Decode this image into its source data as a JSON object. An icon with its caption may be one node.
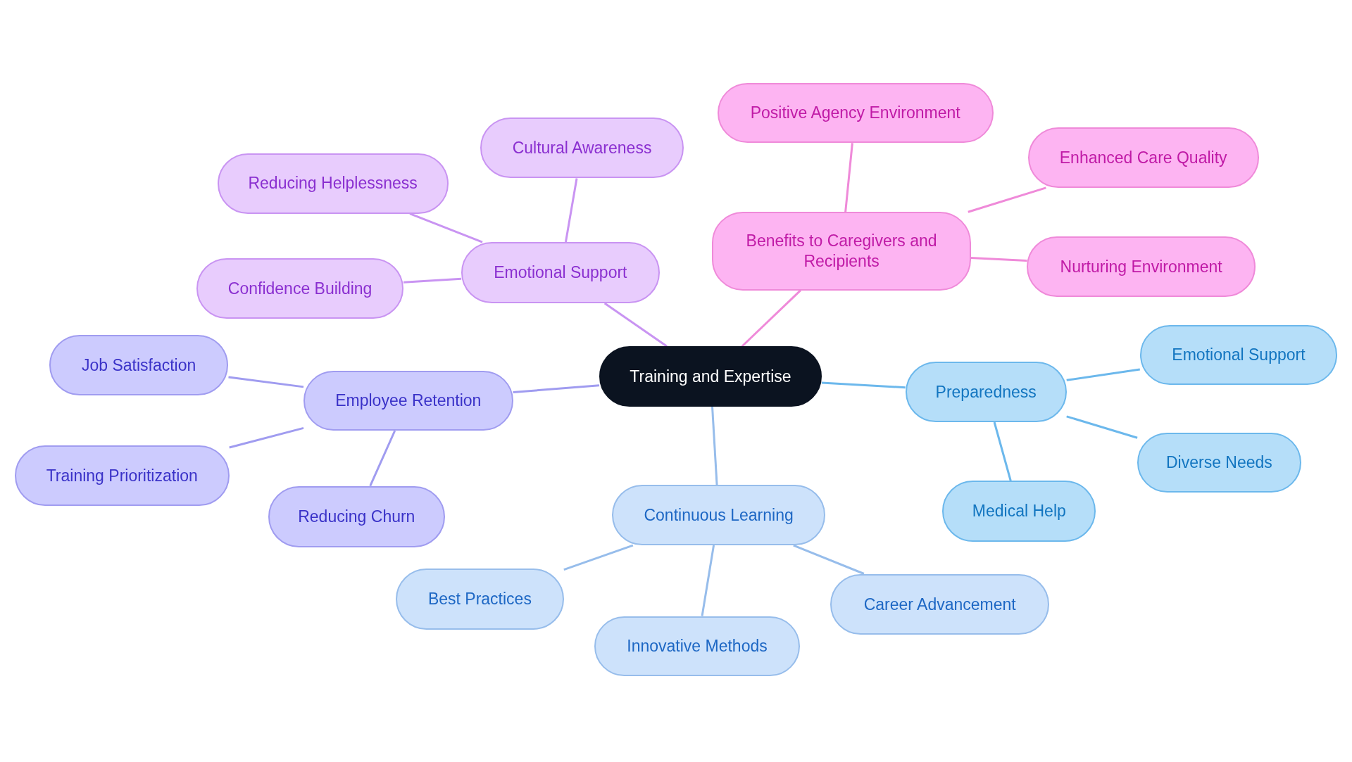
{
  "diagram": {
    "nodes": [
      {
        "text": [
          "Training and Expertise"
        ]
      },
      {
        "text": [
          "Emotional Support"
        ]
      },
      {
        "text": [
          "Cultural Awareness"
        ]
      },
      {
        "text": [
          "Reducing Helplessness"
        ]
      },
      {
        "text": [
          "Confidence Building"
        ]
      },
      {
        "text": [
          "Benefits to Caregivers and Recipients"
        ]
      },
      {
        "text": [
          "Positive Agency Environment"
        ]
      },
      {
        "text": [
          "Enhanced Care Quality"
        ]
      },
      {
        "text": [
          "Nurturing Environment"
        ]
      },
      {
        "text": [
          "Employee Retention"
        ]
      },
      {
        "text": [
          "Job Satisfaction"
        ]
      },
      {
        "text": [
          "Training Prioritization"
        ]
      },
      {
        "text": [
          "Reducing Churn"
        ]
      },
      {
        "text": [
          "Preparedness"
        ]
      },
      {
        "text": [
          "Emotional Support"
        ]
      },
      {
        "text": [
          "Diverse Needs"
        ]
      },
      {
        "text": [
          "Medical Help"
        ]
      },
      {
        "text": [
          "Continuous Learning"
        ]
      },
      {
        "text": [
          "Best Practices"
        ]
      },
      {
        "text": [
          "Innovative Methods"
        ]
      },
      {
        "text": [
          "Career Advancement"
        ]
      }
    ],
    "edges": [
      {
        "from": 0,
        "to": 1,
        "arrow": "none",
        "color": "#c994f2"
      },
      {
        "from": 1,
        "to": 2,
        "arrow": "none",
        "color": "#c994f2"
      },
      {
        "from": 1,
        "to": 3,
        "arrow": "none",
        "color": "#c994f2"
      },
      {
        "from": 1,
        "to": 4,
        "arrow": "none",
        "color": "#c994f2"
      },
      {
        "from": 0,
        "to": 5,
        "arrow": "none",
        "color": "#ef8ad9"
      },
      {
        "from": 5,
        "to": 6,
        "arrow": "none",
        "color": "#ef8ad9"
      },
      {
        "from": 5,
        "to": 7,
        "arrow": "none",
        "color": "#ef8ad9"
      },
      {
        "from": 5,
        "to": 8,
        "arrow": "none",
        "color": "#ef8ad9"
      },
      {
        "from": 0,
        "to": 9,
        "arrow": "none",
        "color": "#a09cf0"
      },
      {
        "from": 9,
        "to": 10,
        "arrow": "none",
        "color": "#a09cf0"
      },
      {
        "from": 9,
        "to": 11,
        "arrow": "none",
        "color": "#a09cf0"
      },
      {
        "from": 9,
        "to": 12,
        "arrow": "none",
        "color": "#a09cf0"
      },
      {
        "from": 0,
        "to": 13,
        "arrow": "none",
        "color": "#6cb8ec"
      },
      {
        "from": 13,
        "to": 14,
        "arrow": "none",
        "color": "#6cb8ec"
      },
      {
        "from": 13,
        "to": 15,
        "arrow": "none",
        "color": "#6cb8ec"
      },
      {
        "from": 13,
        "to": 16,
        "arrow": "none",
        "color": "#6cb8ec"
      },
      {
        "from": 0,
        "to": 17,
        "arrow": "none",
        "color": "#97bdeb"
      },
      {
        "from": 17,
        "to": 18,
        "arrow": "none",
        "color": "#97bdeb"
      },
      {
        "from": 17,
        "to": 19,
        "arrow": "none",
        "color": "#97bdeb"
      },
      {
        "from": 17,
        "to": 20,
        "arrow": "none",
        "color": "#97bdeb"
      }
    ]
  }
}
